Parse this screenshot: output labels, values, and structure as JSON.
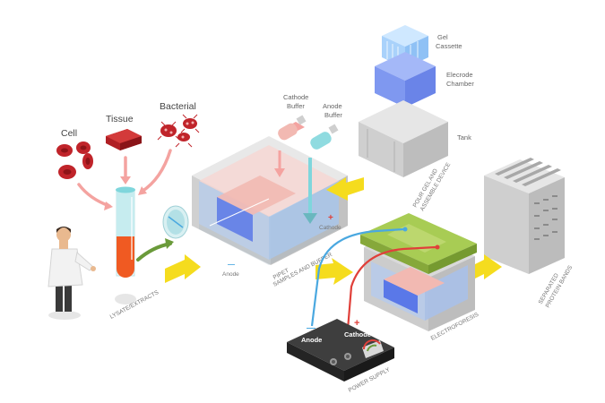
{
  "labels": {
    "cell": "Cell",
    "tissue": "Tissue",
    "bacterial": "Bacterial",
    "lysate": "LYSATE/EXTRACTS",
    "cathode_buffer_1": "Cathode",
    "cathode_buffer_2": "Buffer",
    "anode_buffer_1": "Anode",
    "anode_buffer_2": "Buffer",
    "pipet_1": "PIPET",
    "pipet_2": "SAMPLES AND BUFFER",
    "anode_small": "Anode",
    "cathode_small": "Cathode",
    "gel_cassette_1": "Gel",
    "gel_cassette_2": "Cassette",
    "electrode_chamber_1": "Elecrode",
    "electrode_chamber_2": "Chamber",
    "tank": "Tank",
    "pour_gel_1": "POUR GEL AND",
    "pour_gel_2": "ASSEMBLE DEVICE",
    "separated_1": "SEPARATED",
    "separated_2": "PROTEIN BANDS",
    "electroforesis": "ELECTROFORESIS",
    "power_anode": "Anode",
    "power_cathode": "Cathode",
    "power_supply": "POWER SUPPLY",
    "plus": "+",
    "minus": "—"
  },
  "colors": {
    "arrow_yellow": "#f5dc1e",
    "arrow_pink": "#f4a3a0",
    "arrow_green": "#6a9a3a",
    "cell_red": "#c0242a",
    "tube_orange": "#f05a22",
    "tube_cyan": "#7fd6dc",
    "lid_green": "#a8cc54",
    "wire_red": "#e0403a",
    "wire_blue": "#4aa8e0",
    "gel_blue": "#5a78e8",
    "power_body": "#2e2e2e"
  },
  "icons": [
    "cell-icon",
    "tissue-icon",
    "bacteria-icon",
    "test-tube-icon",
    "scientist-icon",
    "tank-icon",
    "power-supply-icon",
    "gel-bands-icon"
  ]
}
